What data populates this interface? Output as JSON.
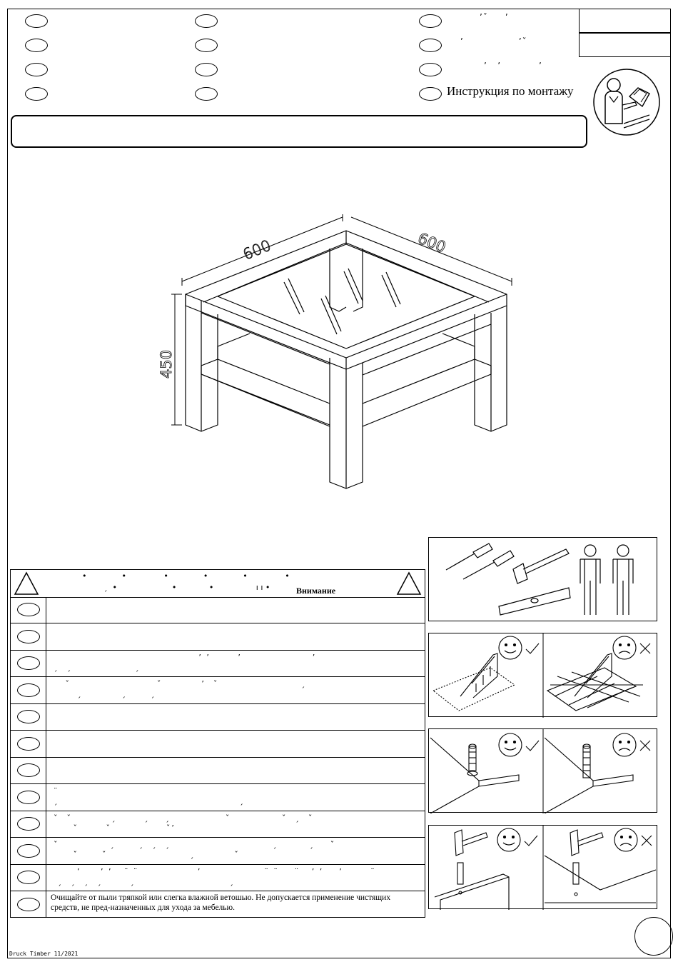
{
  "header": {
    "language_item_label": "Инструкция по монтажу"
  },
  "drawing": {
    "dim_width_left": "600",
    "dim_width_right": "600",
    "dim_height": "450"
  },
  "warnings": {
    "attention_label": "Внимание",
    "care_text": "Очищайте от пыли тряпкой или слегка влажной ветошью. Не допускается применение чистящих средств, не пред-назначенных для ухода за мебелью."
  },
  "footer": {
    "print_code": "Druck Timber 11/2021"
  }
}
